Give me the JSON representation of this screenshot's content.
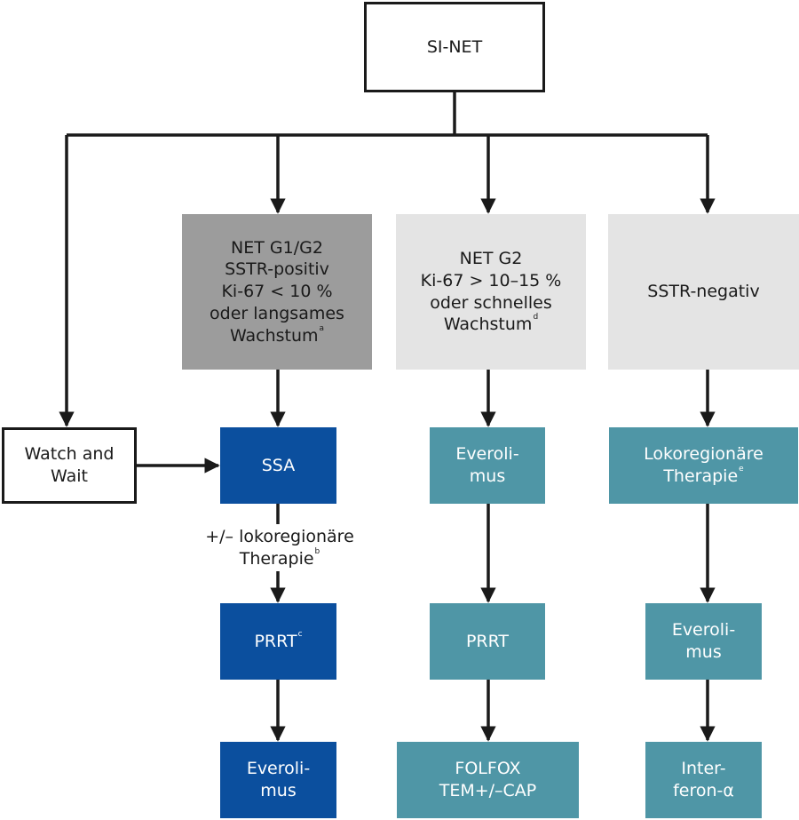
{
  "colors": {
    "line": "#1a1a1a",
    "dark_gray": "#9c9c9c",
    "light_gray": "#e4e4e4",
    "blue": "#0b4f9e",
    "teal": "#4f96a6"
  },
  "root": {
    "label": "SI-NET"
  },
  "watch_wait": {
    "line1": "Watch and",
    "line2": "Wait"
  },
  "group1": {
    "line1": "NET G1/G2",
    "line2": "SSTR-positiv",
    "line3": "Ki-67 < 10 %",
    "line4": "oder langsames",
    "line5": "Wachstum",
    "sup": "a"
  },
  "group2": {
    "line1": "NET G2",
    "line2": "Ki-67 > 10–15 %",
    "line3": "oder schnelles",
    "line4": "Wachstum",
    "sup": "d"
  },
  "group3": {
    "line1": "SSTR-negativ"
  },
  "col1": {
    "ssa": "SSA",
    "mid_line1": "+/– lokoregionäre",
    "mid_line2": "Therapie",
    "mid_sup": "b",
    "prrt": "PRRT",
    "prrt_sup": "c",
    "everolimus_line1": "Everoli-",
    "everolimus_line2": "mus"
  },
  "col2": {
    "everolimus_line1": "Everoli-",
    "everolimus_line2": "mus",
    "prrt": "PRRT",
    "folfox_line1": "FOLFOX",
    "folfox_line2": "TEM+/–CAP"
  },
  "col3": {
    "loko_line1": "Lokoregionäre",
    "loko_line2": "Therapie",
    "loko_sup": "e",
    "everolimus_line1": "Everoli-",
    "everolimus_line2": "mus",
    "interferon_line1": "Inter-",
    "interferon_line2": "feron-α"
  }
}
